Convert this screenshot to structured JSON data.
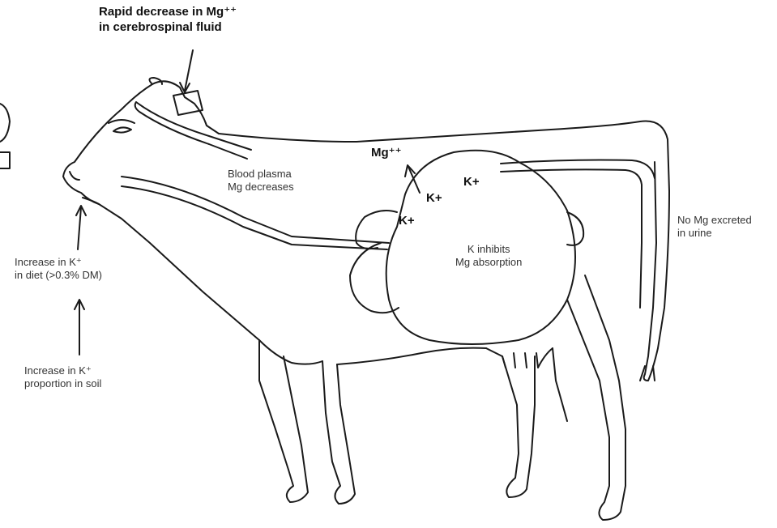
{
  "labels": {
    "csf": {
      "line1": "Rapid decrease in Mg⁺⁺",
      "line2": "in cerebrospinal fluid"
    },
    "plasma": {
      "line1": "Blood plasma",
      "line2": "Mg decreases"
    },
    "mg_ion": "Mg⁺⁺",
    "k_ion": "K+",
    "rumen": {
      "line1": "K inhibits",
      "line2": "Mg absorption"
    },
    "urine": {
      "line1": "No Mg excreted",
      "line2": "in urine"
    },
    "diet": {
      "line1": "Increase in K⁺",
      "line2": "in diet (>0.3% DM)"
    },
    "soil": {
      "line1": "Increase in K⁺",
      "line2": "proportion in soil"
    }
  },
  "colors": {
    "line": "#1a1a1a",
    "background": "#ffffff"
  }
}
